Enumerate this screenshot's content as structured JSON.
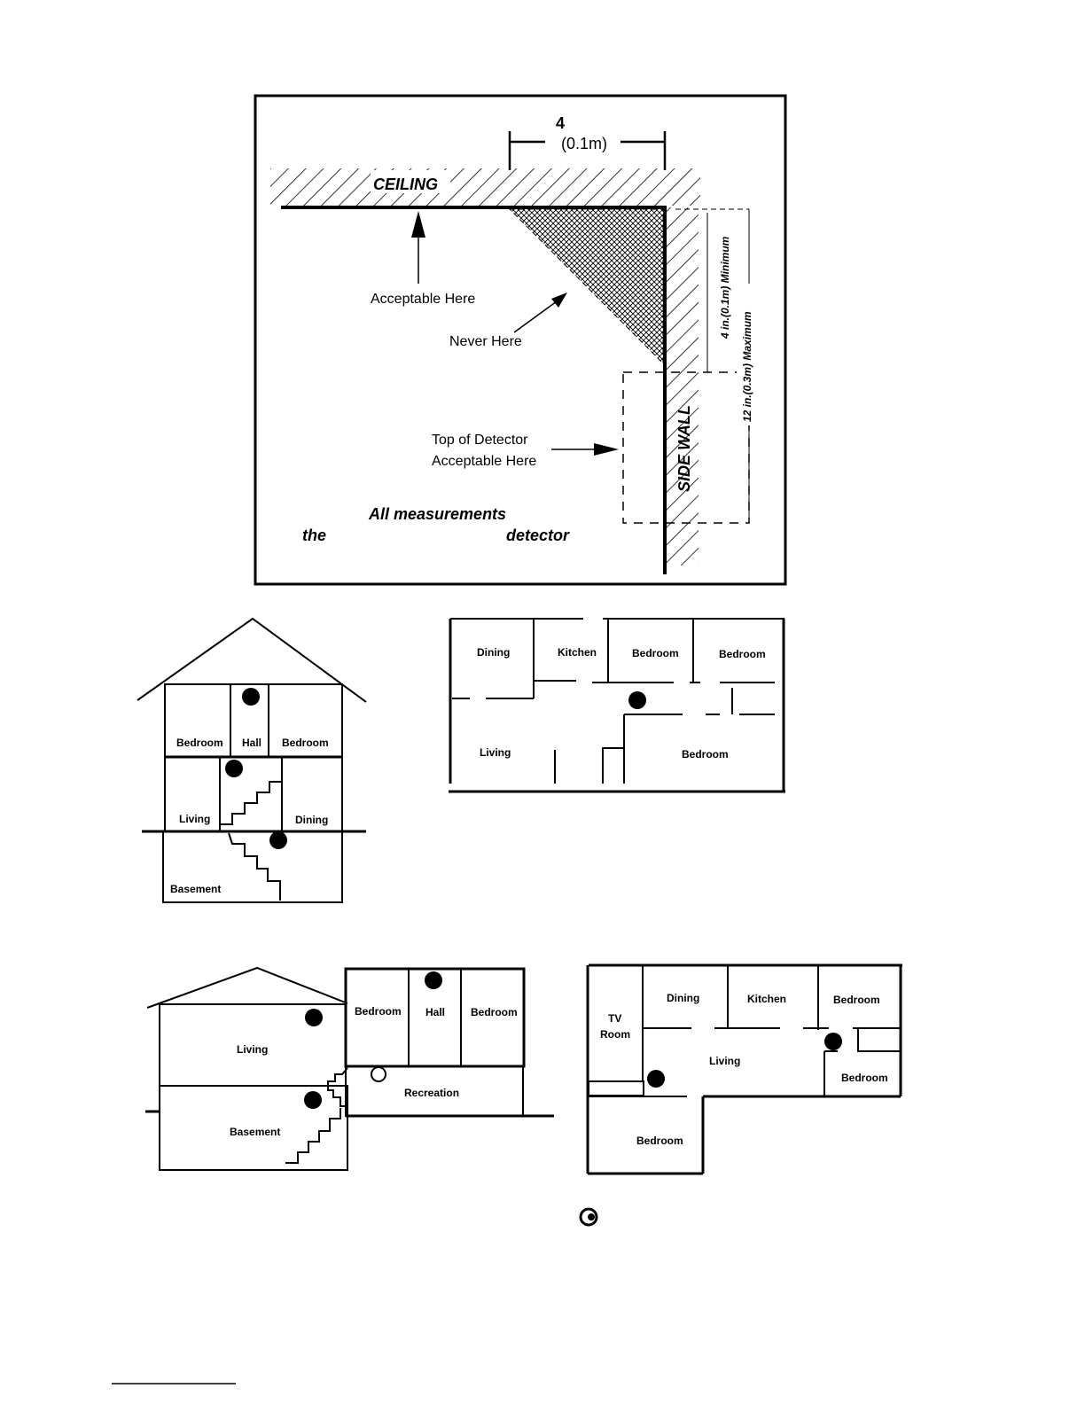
{
  "placement": {
    "dimension_top_value": "4",
    "dimension_top_unit": "(0.1m)",
    "ceiling": "CEILING",
    "side_wall": "SIDE WALL",
    "acceptable_here": "Acceptable Here",
    "never_here": "Never Here",
    "top_of_detector_line1": "Top of Detector",
    "top_of_detector_line2": "Acceptable Here",
    "min_label": "4 in.(0.1m) Minimum",
    "max_label": "12 in.(0.3m) Maximum",
    "note_line1": "All measurements",
    "note_the": "the",
    "note_detector": "detector"
  },
  "house_two_storey": {
    "bedroom_left": "Bedroom",
    "hall": "Hall",
    "bedroom_right": "Bedroom",
    "living": "Living",
    "dining": "Dining",
    "basement": "Basement"
  },
  "floorplan_one": {
    "dining": "Dining",
    "kitchen": "Kitchen",
    "bedroom_a": "Bedroom",
    "bedroom_b": "Bedroom",
    "living": "Living",
    "bedroom_c": "Bedroom"
  },
  "house_split_level": {
    "living": "Living",
    "basement": "Basement",
    "bedroom_left": "Bedroom",
    "hall": "Hall",
    "bedroom_right": "Bedroom",
    "recreation": "Recreation"
  },
  "floorplan_two": {
    "tv": "TV",
    "room": "Room",
    "dining": "Dining",
    "kitchen": "Kitchen",
    "bedroom_top": "Bedroom",
    "living": "Living",
    "bedroom_right": "Bedroom",
    "bedroom_bottom": "Bedroom"
  }
}
